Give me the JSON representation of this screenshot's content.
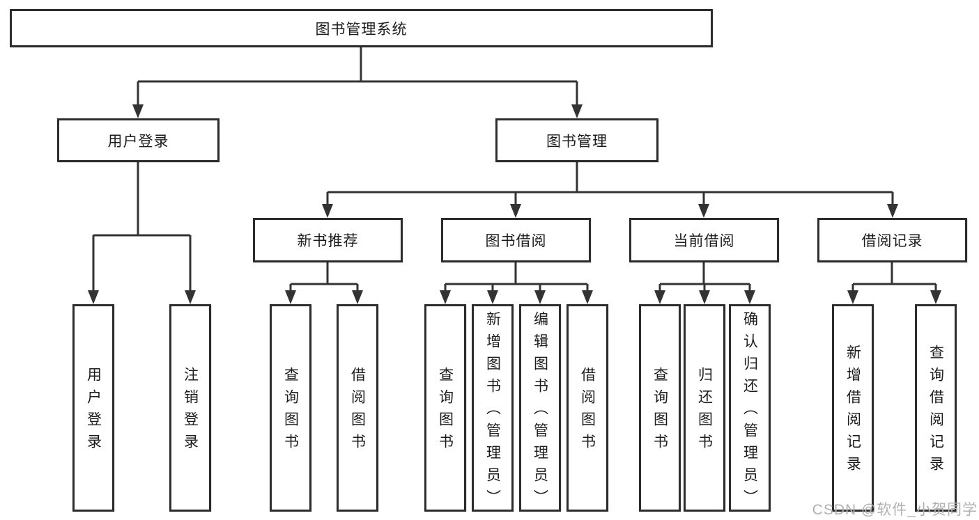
{
  "diagram": {
    "root": {
      "label": "图书管理系统"
    },
    "branches": [
      {
        "label": "用户登录",
        "children": [
          "用户登录",
          "注销登录"
        ]
      },
      {
        "label": "图书管理",
        "children": [
          {
            "label": "新书推荐",
            "children": [
              "查询图书",
              "借阅图书"
            ]
          },
          {
            "label": "图书借阅",
            "children": [
              "查询图书",
              "新增图书（管理员）",
              "编辑图书（管理员）",
              "借阅图书"
            ]
          },
          {
            "label": "当前借阅",
            "children": [
              "查询图书",
              "归还图书",
              "确认归还（管理员）"
            ]
          },
          {
            "label": "借阅记录",
            "children": [
              "新增借阅记录",
              "查询借阅记录"
            ]
          }
        ]
      }
    ]
  },
  "watermark": "CSDN @软件_小贺同学",
  "colors": {
    "line": "#333333",
    "box_border": "#2d2d2d",
    "box_fill": "#ffffff",
    "text": "#1c1c1c",
    "watermark": "#b0b0b0"
  }
}
